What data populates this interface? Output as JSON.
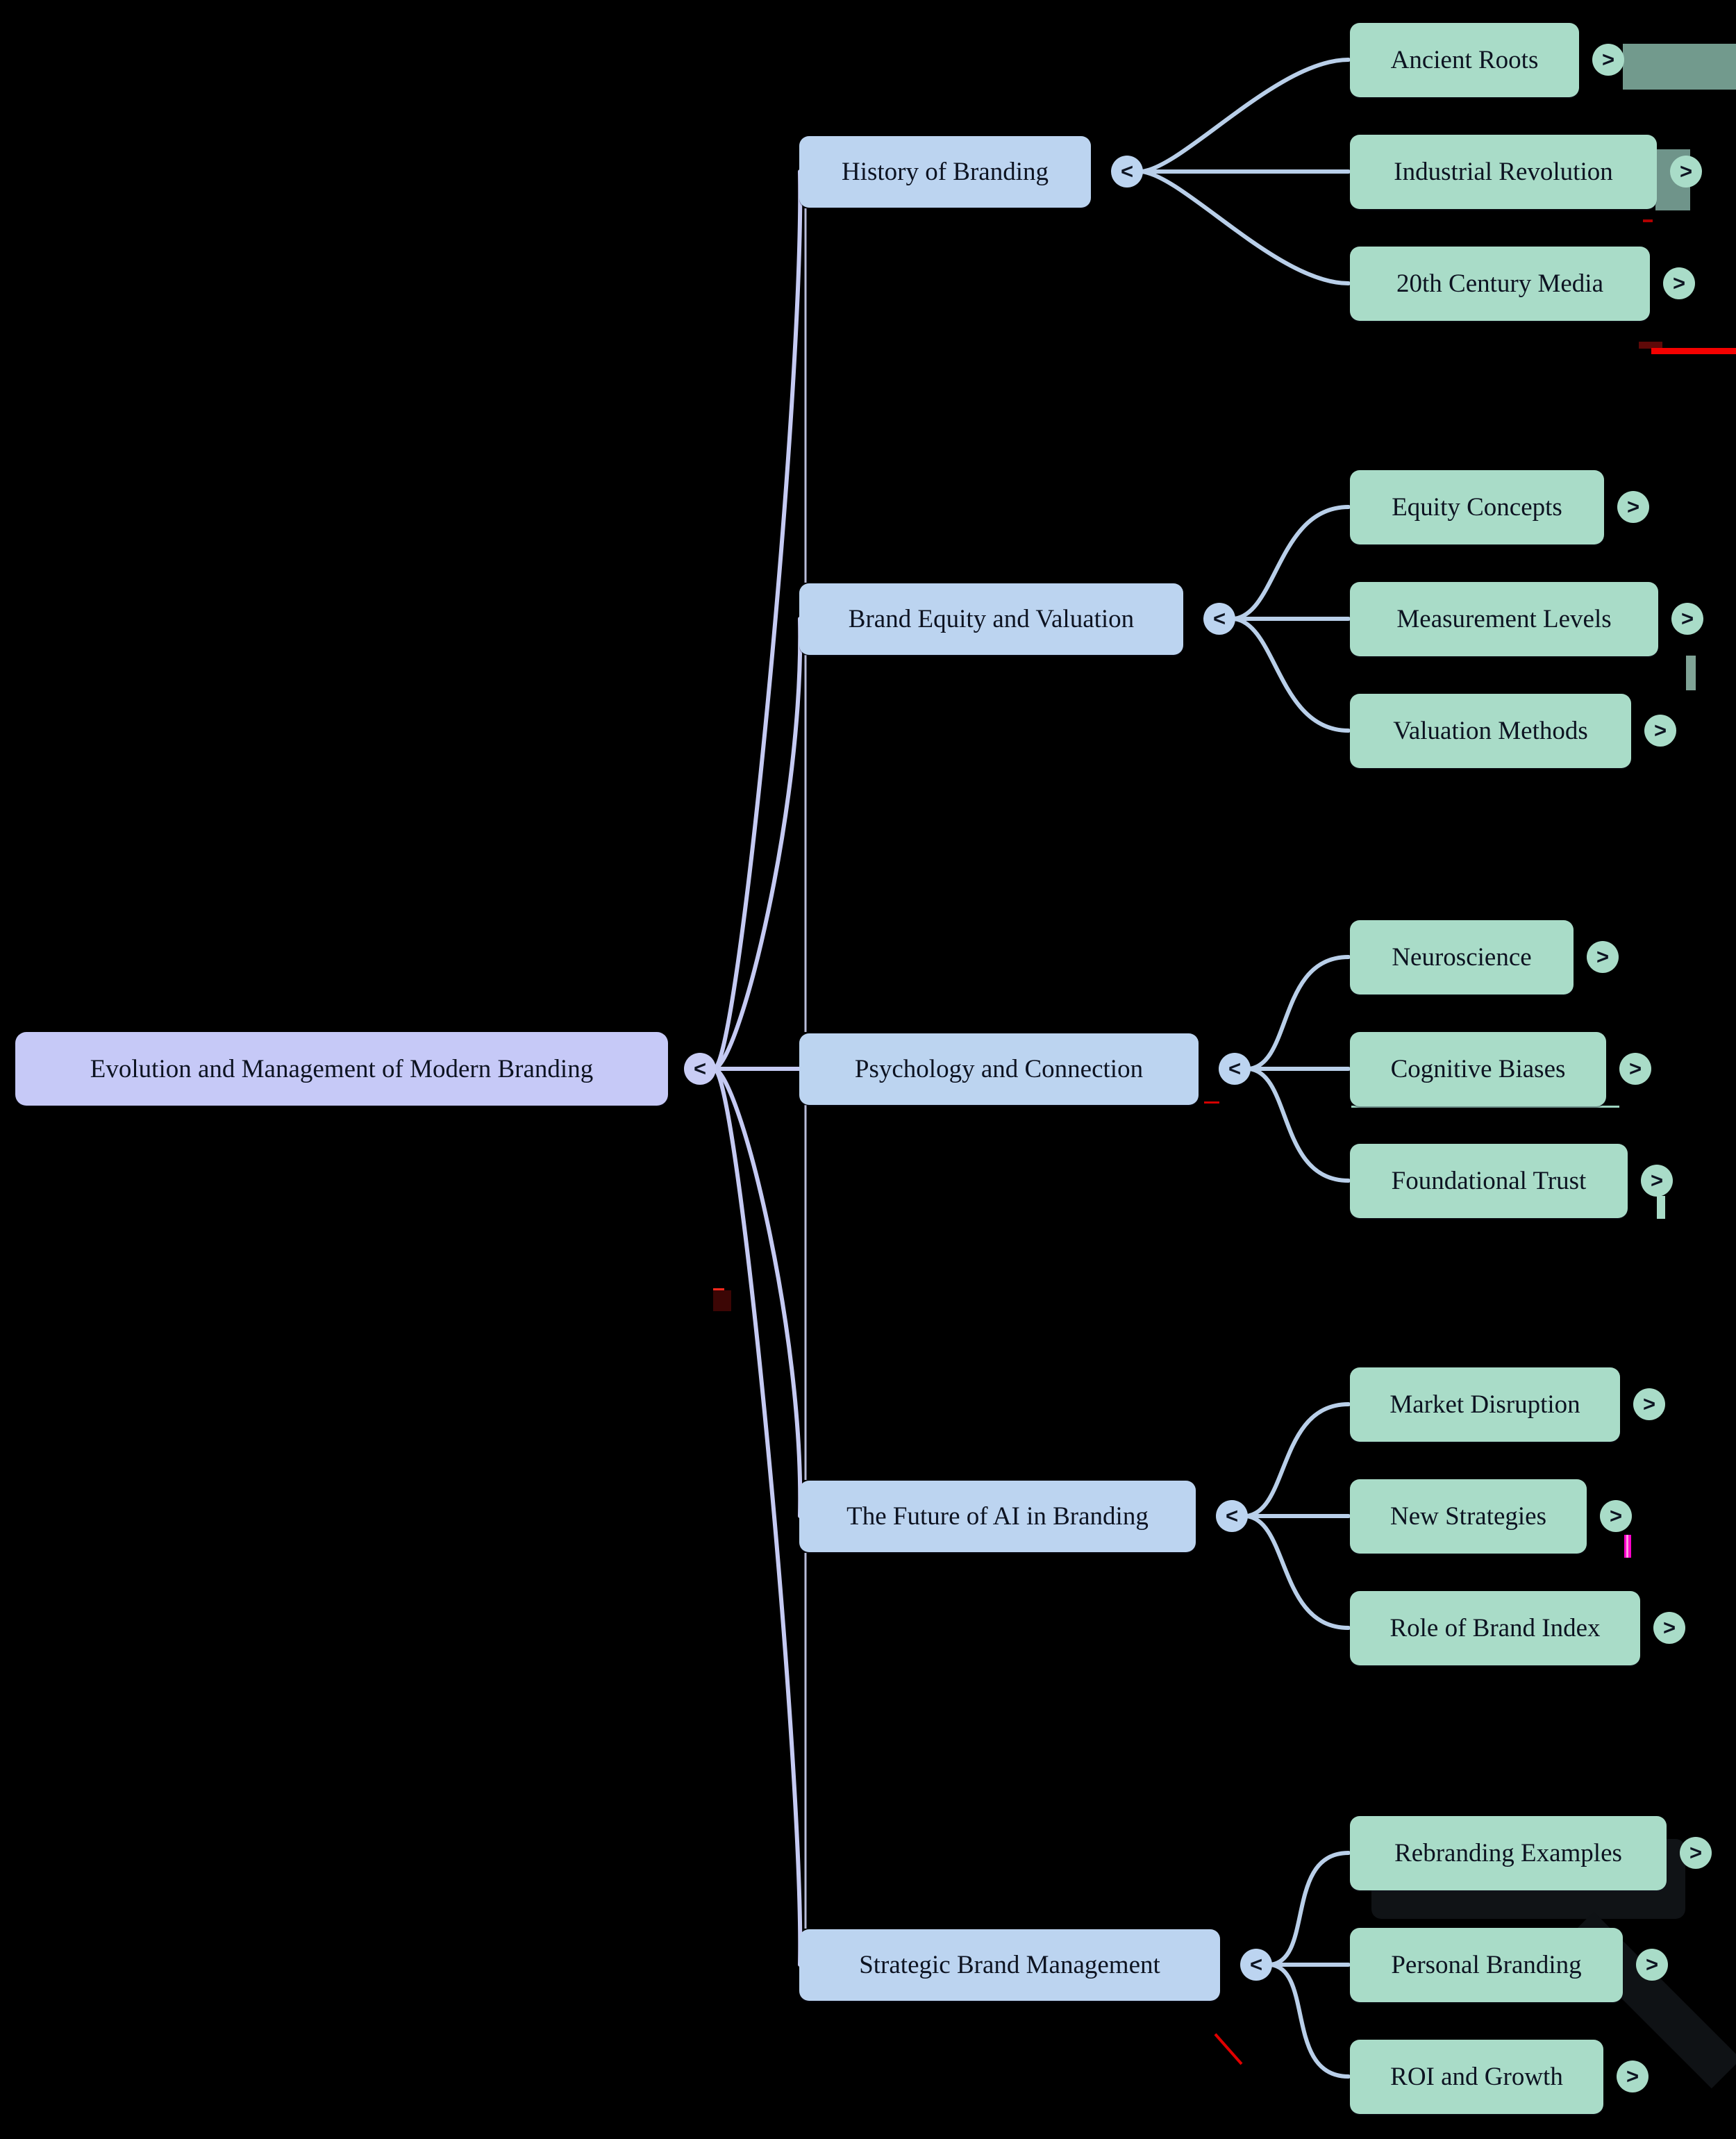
{
  "canvas": {
    "background": "#000000"
  },
  "palette": {
    "root_fill": "#c6c9f7",
    "branch_fill": "#bcd4f0",
    "leaf_fill": "#a9dcc8",
    "text_color": "#0d1321",
    "root_link": "#c5caf3",
    "branch_link": "#b9cfe9",
    "artifact_teal": "#729a8d",
    "artifact_red": "#f40100",
    "artifact_magenta": "#ff00cc"
  },
  "mindmap": {
    "root": {
      "label": "Evolution and Management of Modern Branding",
      "toggle_glyph": "<"
    },
    "branches": [
      {
        "label": "History of Branding",
        "toggle_glyph": "<",
        "children": [
          {
            "label": "Ancient Roots",
            "toggle_glyph": ">"
          },
          {
            "label": "Industrial Revolution",
            "toggle_glyph": ">"
          },
          {
            "label": "20th Century Media",
            "toggle_glyph": ">"
          }
        ]
      },
      {
        "label": "Brand Equity and Valuation",
        "toggle_glyph": "<",
        "children": [
          {
            "label": "Equity Concepts",
            "toggle_glyph": ">"
          },
          {
            "label": "Measurement Levels",
            "toggle_glyph": ">"
          },
          {
            "label": "Valuation Methods",
            "toggle_glyph": ">"
          }
        ]
      },
      {
        "label": "Psychology and Connection",
        "toggle_glyph": "<",
        "children": [
          {
            "label": "Neuroscience",
            "toggle_glyph": ">"
          },
          {
            "label": "Cognitive Biases",
            "toggle_glyph": ">"
          },
          {
            "label": "Foundational Trust",
            "toggle_glyph": ">"
          }
        ]
      },
      {
        "label": "The Future of AI in Branding",
        "toggle_glyph": "<",
        "children": [
          {
            "label": "Market Disruption",
            "toggle_glyph": ">"
          },
          {
            "label": "New Strategies",
            "toggle_glyph": ">"
          },
          {
            "label": "Role of Brand Index",
            "toggle_glyph": ">"
          }
        ]
      },
      {
        "label": "Strategic Brand Management",
        "toggle_glyph": "<",
        "children": [
          {
            "label": "Rebranding Examples",
            "toggle_glyph": ">"
          },
          {
            "label": "Personal Branding",
            "toggle_glyph": ">"
          },
          {
            "label": "ROI and Growth",
            "toggle_glyph": ">"
          }
        ]
      }
    ]
  }
}
